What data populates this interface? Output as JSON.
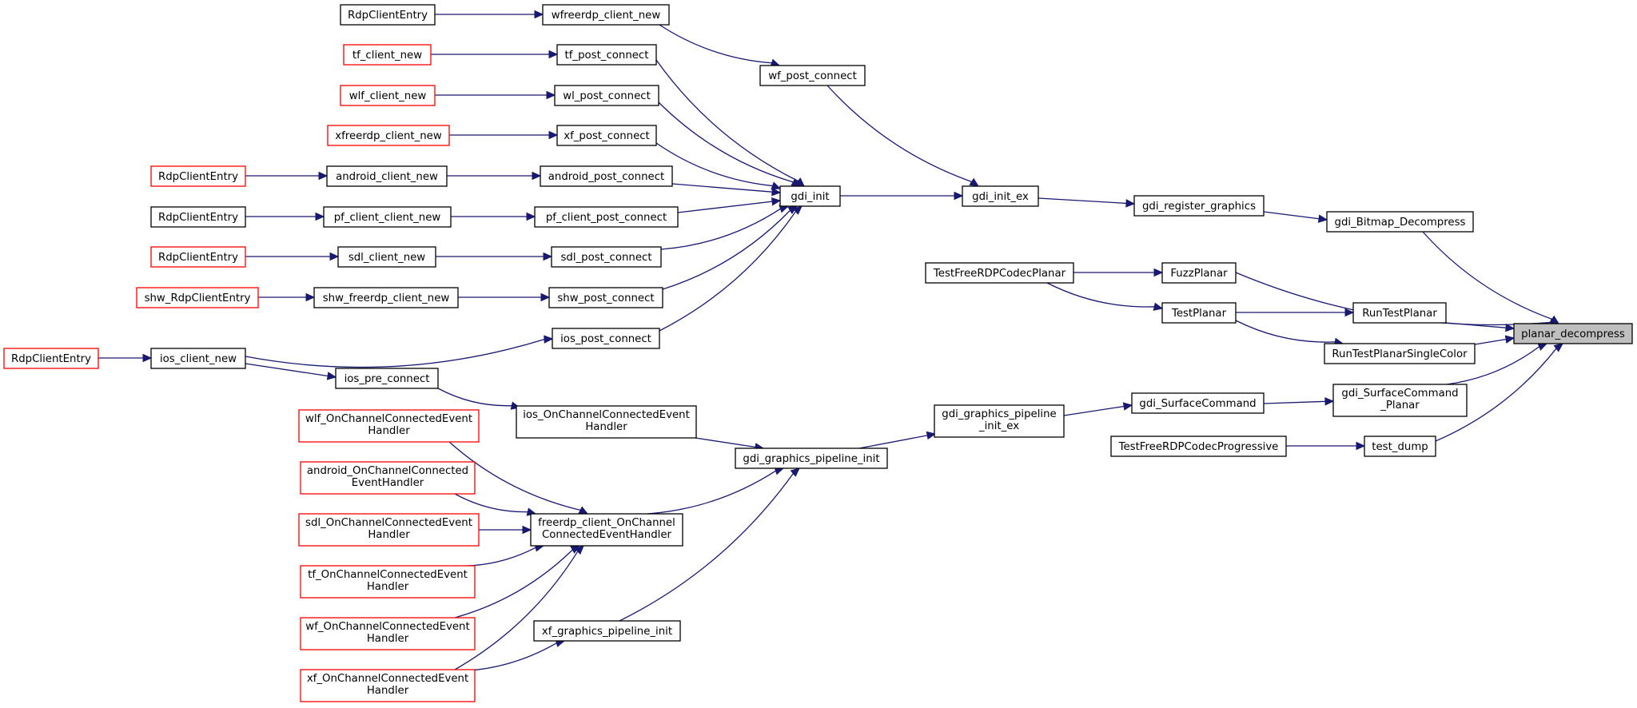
{
  "graph": {
    "nodes": {
      "planar_decompress": "planar_decompress",
      "gdi_Bitmap_Decompress": "gdi_Bitmap_Decompress",
      "gdi_register_graphics": "gdi_register_graphics",
      "gdi_init_ex": "gdi_init_ex",
      "gdi_init": "gdi_init",
      "wf_post_connect": "wf_post_connect",
      "wfreerdp_client_new": "wfreerdp_client_new",
      "RdpClientEntry_1": "RdpClientEntry",
      "tf_post_connect": "tf_post_connect",
      "tf_client_new": "tf_client_new",
      "wl_post_connect": "wl_post_connect",
      "wlf_client_new": "wlf_client_new",
      "xf_post_connect": "xf_post_connect",
      "xfreerdp_client_new": "xfreerdp_client_new",
      "android_post_connect": "android_post_connect",
      "android_client_new": "android_client_new",
      "RdpClientEntry_2": "RdpClientEntry",
      "pf_client_post_connect": "pf_client_post_connect",
      "pf_client_client_new": "pf_client_client_new",
      "RdpClientEntry_3": "RdpClientEntry",
      "sdl_post_connect": "sdl_post_connect",
      "sdl_client_new": "sdl_client_new",
      "RdpClientEntry_4": "RdpClientEntry",
      "shw_post_connect": "shw_post_connect",
      "shw_freerdp_client_new": "shw_freerdp_client_new",
      "shw_RdpClientEntry": "shw_RdpClientEntry",
      "ios_post_connect": "ios_post_connect",
      "ios_client_new": "ios_client_new",
      "RdpClientEntry_5": "RdpClientEntry",
      "ios_pre_connect": "ios_pre_connect",
      "ios_OnChannelConnectedEventHandler": [
        "ios_OnChannelConnectedEvent",
        "Handler"
      ],
      "gdi_graphics_pipeline_init": "gdi_graphics_pipeline_init",
      "gdi_graphics_pipeline_init_ex": [
        "gdi_graphics_pipeline",
        "_init_ex"
      ],
      "gdi_SurfaceCommand": "gdi_SurfaceCommand",
      "gdi_SurfaceCommand_Planar": [
        "gdi_SurfaceCommand",
        "_Planar"
      ],
      "freerdp_client_OnChannelConnectedEventHandler": [
        "freerdp_client_OnChannel",
        "ConnectedEventHandler"
      ],
      "wlf_OnChannelConnectedEventHandler": [
        "wlf_OnChannelConnectedEvent",
        "Handler"
      ],
      "android_OnChannelConnectedEventHandler": [
        "android_OnChannelConnected",
        "EventHandler"
      ],
      "sdl_OnChannelConnectedEventHandler": [
        "sdl_OnChannelConnectedEvent",
        "Handler"
      ],
      "tf_OnChannelConnectedEventHandler": [
        "tf_OnChannelConnectedEvent",
        "Handler"
      ],
      "wf_OnChannelConnectedEventHandler": [
        "wf_OnChannelConnectedEvent",
        "Handler"
      ],
      "xf_OnChannelConnectedEventHandler": [
        "xf_OnChannelConnectedEvent",
        "Handler"
      ],
      "xf_graphics_pipeline_init": "xf_graphics_pipeline_init",
      "FuzzPlanar": "FuzzPlanar",
      "TestFreeRDPCodecPlanar": "TestFreeRDPCodecPlanar",
      "TestPlanar": "TestPlanar",
      "RunTestPlanar": "RunTestPlanar",
      "RunTestPlanarSingleColor": "RunTestPlanarSingleColor",
      "test_dump": "test_dump",
      "TestFreeRDPCodecProgressive": "TestFreeRDPCodecProgressive"
    },
    "colors": {
      "edge": "#191970",
      "focus_fill": "#bfbfbf",
      "unresolved_border": "#ff0000",
      "border": "#000000"
    }
  }
}
